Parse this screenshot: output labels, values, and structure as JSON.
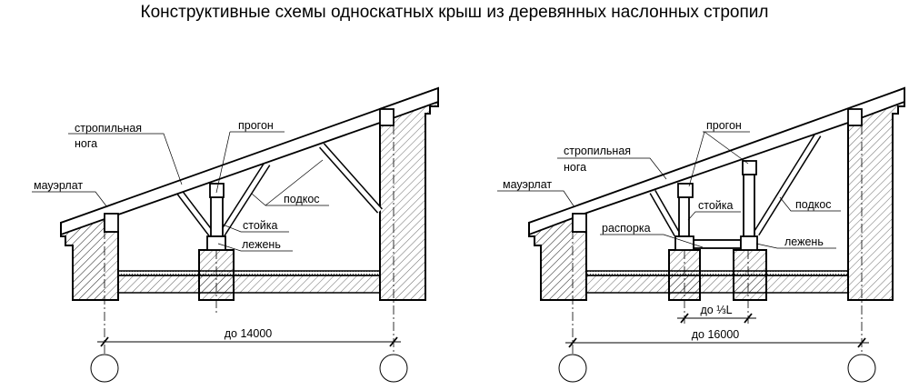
{
  "title": "Конструктивные схемы односкатных крыш из деревянных наслонных стропил",
  "left_scheme": {
    "labels": {
      "rafter_1": "стропильная",
      "rafter_2": "нога",
      "purlin": "прогон",
      "wall_plate": "мауэрлат",
      "strut": "подкос",
      "post": "стойка",
      "sill": "лежень"
    },
    "span": "до 14000"
  },
  "right_scheme": {
    "labels": {
      "rafter_1": "стропильная",
      "rafter_2": "нога",
      "purlin": "прогон",
      "wall_plate": "мауэрлат",
      "strut": "подкос",
      "post": "стойка",
      "spacer": "распорка",
      "sill": "лежень"
    },
    "post_spacing": "до ⅓L",
    "span": "до 16000"
  }
}
